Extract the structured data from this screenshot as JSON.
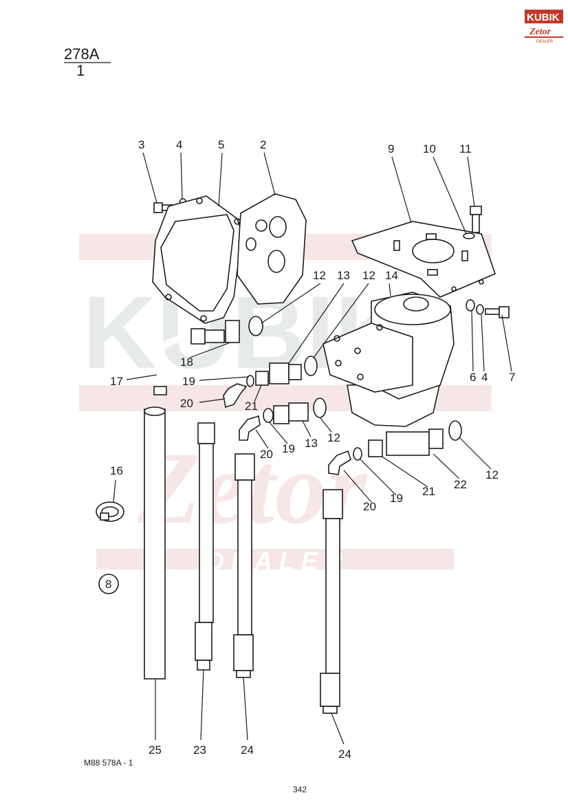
{
  "header": {
    "group": "278A",
    "sub": "1"
  },
  "logo": {
    "brand": "KUBIK",
    "sub": "Zetor",
    "tag": "DEALER",
    "brand_color": "#c0392b"
  },
  "watermark": {
    "brand": "KUBIK",
    "sub": "Zetor",
    "tag": "DEALER"
  },
  "callouts": [
    {
      "id": "c3",
      "text": "3"
    },
    {
      "id": "c4a",
      "text": "4"
    },
    {
      "id": "c5",
      "text": "5"
    },
    {
      "id": "c2",
      "text": "2"
    },
    {
      "id": "c9",
      "text": "9"
    },
    {
      "id": "c10",
      "text": "10"
    },
    {
      "id": "c11",
      "text": "11"
    },
    {
      "id": "c12a",
      "text": "12"
    },
    {
      "id": "c13a",
      "text": "13"
    },
    {
      "id": "c12b",
      "text": "12"
    },
    {
      "id": "c14",
      "text": "14"
    },
    {
      "id": "c18",
      "text": "18"
    },
    {
      "id": "c17",
      "text": "17"
    },
    {
      "id": "c19a",
      "text": "19"
    },
    {
      "id": "c20a",
      "text": "20"
    },
    {
      "id": "c21a",
      "text": "21"
    },
    {
      "id": "c6",
      "text": "6"
    },
    {
      "id": "c4b",
      "text": "4"
    },
    {
      "id": "c7",
      "text": "7"
    },
    {
      "id": "c12c",
      "text": "12"
    },
    {
      "id": "c13b",
      "text": "13"
    },
    {
      "id": "c19b",
      "text": "19"
    },
    {
      "id": "c20b",
      "text": "20"
    },
    {
      "id": "c12d",
      "text": "12"
    },
    {
      "id": "c22",
      "text": "22"
    },
    {
      "id": "c21b",
      "text": "21"
    },
    {
      "id": "c19c",
      "text": "19"
    },
    {
      "id": "c20c",
      "text": "20"
    },
    {
      "id": "c16",
      "text": "16"
    },
    {
      "id": "c8",
      "text": "8"
    },
    {
      "id": "c25",
      "text": "25"
    },
    {
      "id": "c23",
      "text": "23"
    },
    {
      "id": "c24a",
      "text": "24"
    },
    {
      "id": "c24b",
      "text": "24"
    }
  ],
  "footer": {
    "code": "M88   578A - 1",
    "page": "342"
  }
}
